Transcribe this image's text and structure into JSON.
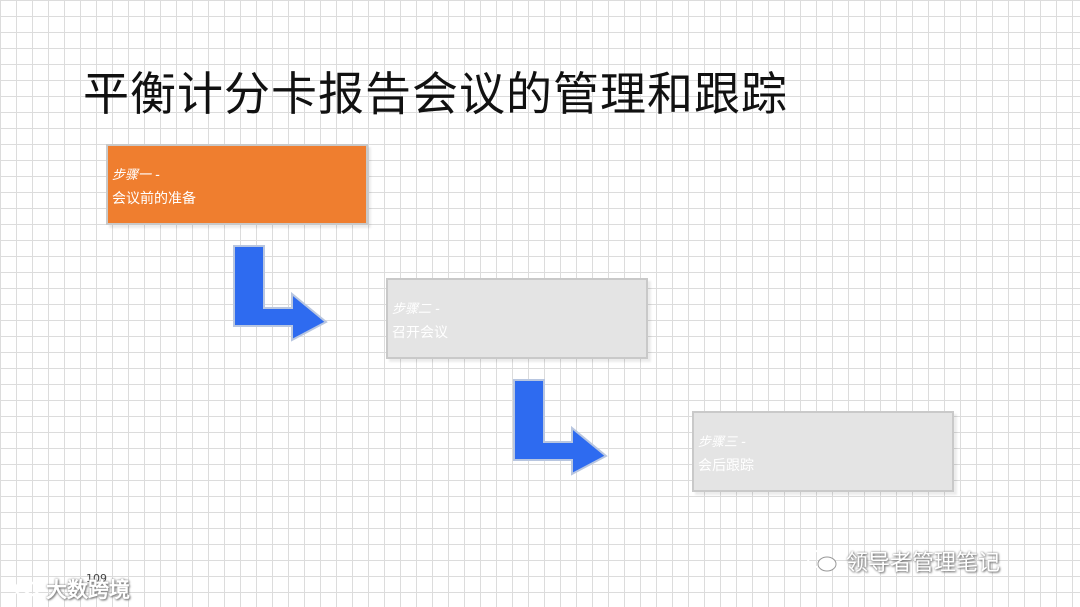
{
  "slide": {
    "title": "平衡计分卡报告会议的管理和跟踪",
    "page_number": "109"
  },
  "steps": [
    {
      "label": "步骤一 -",
      "text": "会议前的准备"
    },
    {
      "label": "步骤二 -",
      "text": "召开会议"
    },
    {
      "label": "步骤三 -",
      "text": "会后跟踪"
    }
  ],
  "watermarks": {
    "left": "大数跨境",
    "right": "领导者管理笔记"
  },
  "colors": {
    "active_step": "#ef7e2f",
    "inactive_step": "#e4e4e4",
    "arrow": "#2e6bf0"
  },
  "icons": {
    "watermark_left": "logo-icon",
    "watermark_right": "wechat-icon"
  }
}
